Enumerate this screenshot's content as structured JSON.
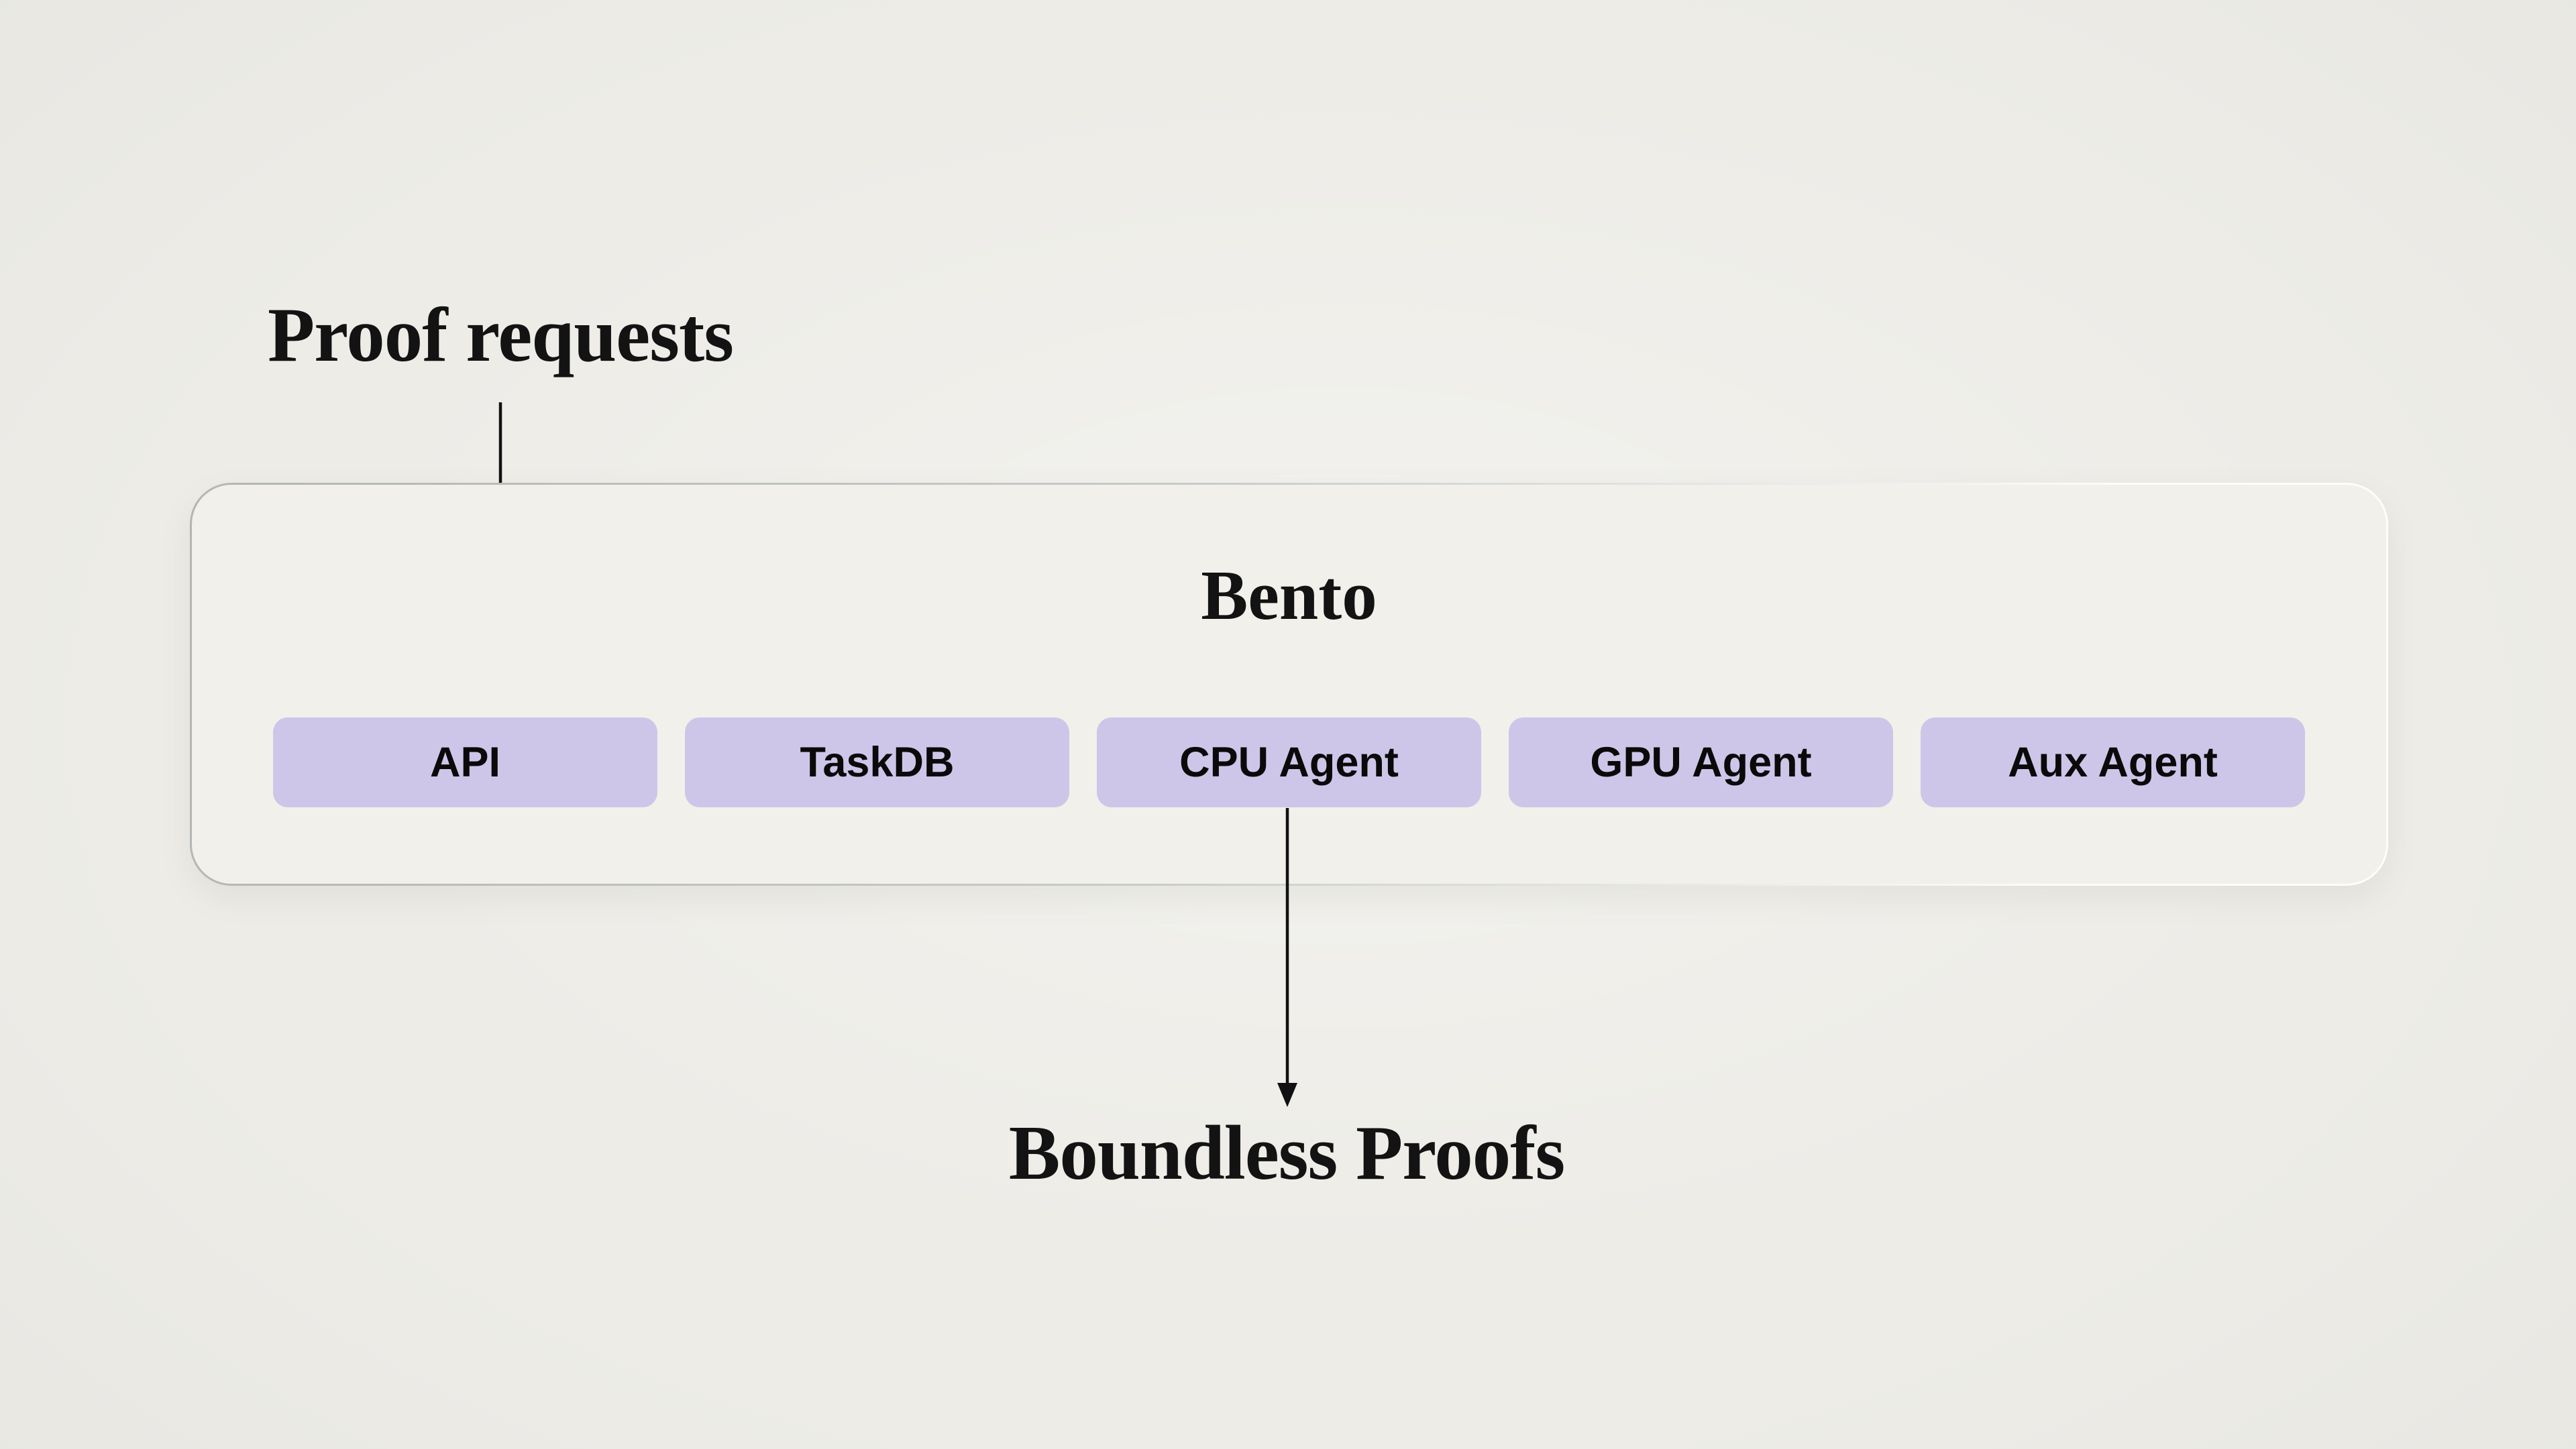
{
  "flow": {
    "source_label": "Proof requests",
    "sink_label": "Boundless Proofs"
  },
  "bento": {
    "title": "Bento",
    "components": [
      {
        "label": "API"
      },
      {
        "label": "TaskDB"
      },
      {
        "label": "CPU Agent"
      },
      {
        "label": "GPU Agent"
      },
      {
        "label": "Aux Agent"
      }
    ]
  },
  "arrows": [
    {
      "name": "proof-requests-to-api",
      "direction": "down"
    },
    {
      "name": "cpu-agent-to-boundless-proofs",
      "direction": "down"
    }
  ],
  "colors": {
    "background": "#edece7",
    "container_bg": "#f1f0ea",
    "container_border_left": "#b3b6b3",
    "container_border_right": "#fdfdfc",
    "box_bg": "#cec6e9",
    "text": "#131313",
    "arrow": "#111111"
  }
}
